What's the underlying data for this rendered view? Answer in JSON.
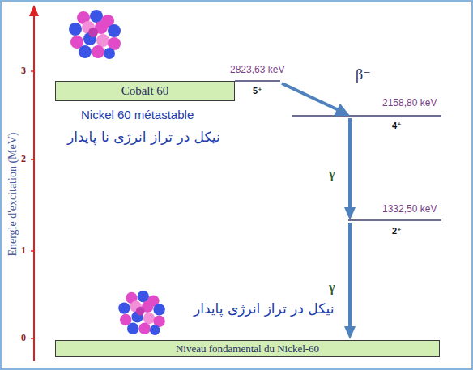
{
  "diagram": {
    "nodes": [
      {
        "text": [
          "Cobalt 60"
        ]
      },
      {
        "text": [
          "Niveau fondamental du Nickel-60"
        ]
      }
    ],
    "labels": [
      "Energie d'excitation (MeV)",
      "3",
      "2",
      "1",
      "0",
      "2823,63 keV",
      "5⁺",
      "β⁻",
      "Nickel 60 métastable",
      "نیکل در تراز انرژی نا پایدار",
      "2158,80 keV",
      "4⁺",
      "γ",
      "1332,50 keV",
      "2⁺",
      "γ",
      "نیکل در تراز انرژی پایدار"
    ]
  }
}
